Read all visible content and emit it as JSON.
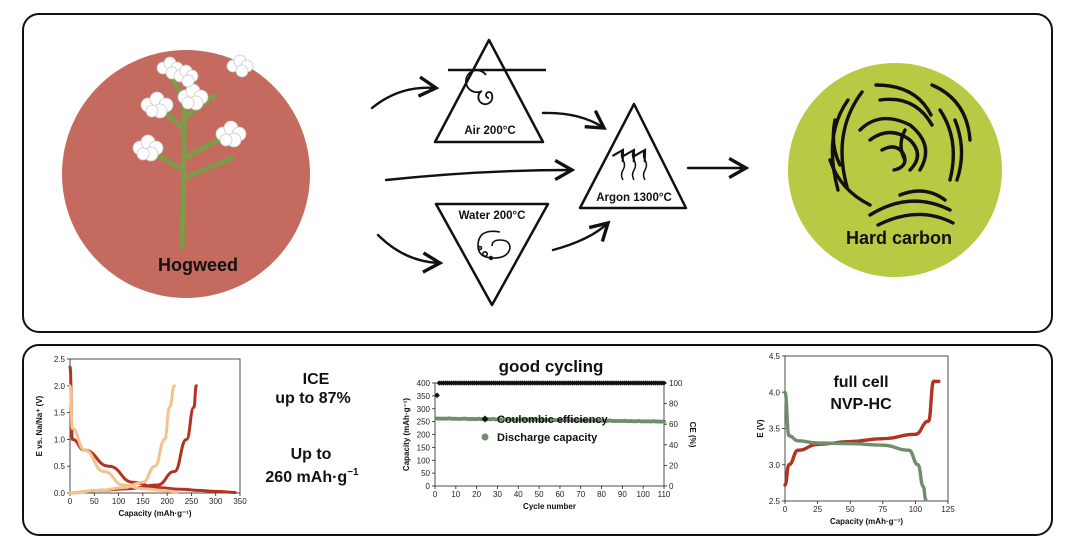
{
  "top": {
    "hogweed_label": "Hogweed",
    "air_label": "Air 200°C",
    "water_label": "Water 200°C",
    "argon_label": "Argon 1300°C",
    "hardcarbon_label": "Hard carbon"
  },
  "colors": {
    "hogweed_circle": "#c46a5e",
    "hardcarbon_circle": "#b9c943",
    "stem": "#7e9a4a",
    "red_curve": "#b43222",
    "peach_curve": "#f4c38d",
    "green_series": "#6f8e6b"
  },
  "bottom": {
    "ice_line1": "ICE",
    "ice_line2": "up to 87%",
    "cap_line1": "Up to",
    "cap_line2": "260 mAh·g",
    "cap_sup": "−1",
    "cycling_title": "good cycling",
    "fullcell_line1": "full cell",
    "fullcell_line2": "NVP-HC"
  },
  "chart_data": [
    {
      "type": "line",
      "xlabel": "Capacity (mAh·g⁻¹)",
      "ylabel": "E vs. Na/Na⁺ (V)",
      "xlim": [
        0,
        350
      ],
      "ylim": [
        0,
        2.5
      ],
      "xticks": [
        0,
        50,
        100,
        150,
        200,
        250,
        300,
        350
      ],
      "yticks": [
        0.0,
        0.5,
        1.0,
        1.5,
        2.0,
        2.5
      ],
      "series": [
        {
          "color": "#b43222",
          "x": [
            0,
            5,
            30,
            80,
            130,
            180,
            230,
            262,
            300,
            340
          ],
          "y": [
            2.35,
            1.0,
            0.8,
            0.5,
            0.2,
            0.1,
            0.07,
            0.05,
            0.03,
            0.01
          ]
        },
        {
          "color": "#b43222",
          "x": [
            0,
            60,
            120,
            180,
            215,
            240,
            255,
            260
          ],
          "y": [
            0.0,
            0.05,
            0.08,
            0.15,
            0.4,
            1.0,
            1.6,
            2.0
          ]
        },
        {
          "color": "#f4c38d",
          "x": [
            0,
            5,
            30,
            70,
            110,
            150,
            190,
            220
          ],
          "y": [
            2.0,
            1.2,
            0.8,
            0.4,
            0.15,
            0.08,
            0.05,
            0.02
          ]
        },
        {
          "color": "#f4c38d",
          "x": [
            0,
            60,
            110,
            150,
            175,
            195,
            205,
            215
          ],
          "y": [
            0.0,
            0.05,
            0.1,
            0.2,
            0.5,
            1.0,
            1.6,
            2.0
          ]
        }
      ]
    },
    {
      "type": "scatter",
      "xlabel": "Cycle number",
      "ylabel": "Capacity (mAh·g⁻¹)",
      "y2label": "CE (%)",
      "xlim": [
        0,
        110
      ],
      "ylim": [
        0,
        400
      ],
      "y2lim": [
        0,
        100
      ],
      "xticks": [
        0,
        10,
        20,
        30,
        40,
        50,
        60,
        70,
        80,
        90,
        100,
        110
      ],
      "yticks": [
        0,
        50,
        100,
        150,
        200,
        250,
        300,
        350,
        400
      ],
      "y2ticks": [
        0,
        20,
        40,
        60,
        80,
        100
      ],
      "legend": [
        "Coulombic efficiency",
        "Discharge capacity"
      ],
      "series": [
        {
          "name": "Coulombic efficiency",
          "marker": "diamond",
          "color": "#111111",
          "first": [
            1,
            88
          ],
          "rest_value": 100
        },
        {
          "name": "Discharge capacity",
          "marker": "circle",
          "color": "#6f8e6b",
          "start": 262,
          "end": 250
        }
      ]
    },
    {
      "type": "line",
      "xlabel": "Capacity (mAh·g⁻¹)",
      "ylabel": "E (V)",
      "xlim": [
        0,
        125
      ],
      "ylim": [
        2.5,
        4.5
      ],
      "xticks": [
        0,
        25,
        50,
        75,
        100,
        125
      ],
      "yticks": [
        2.5,
        3.0,
        3.5,
        4.0,
        4.5
      ],
      "series": [
        {
          "color": "#b43222",
          "x": [
            0,
            3,
            10,
            25,
            50,
            75,
            100,
            110,
            114,
            118
          ],
          "y": [
            2.72,
            3.0,
            3.2,
            3.28,
            3.32,
            3.36,
            3.42,
            3.6,
            4.15,
            4.15
          ]
        },
        {
          "color": "#6f8e6b",
          "x": [
            0,
            3,
            10,
            25,
            50,
            75,
            95,
            102,
            106,
            108
          ],
          "y": [
            4.0,
            3.4,
            3.33,
            3.3,
            3.29,
            3.27,
            3.2,
            3.0,
            2.7,
            2.52
          ]
        }
      ]
    }
  ]
}
